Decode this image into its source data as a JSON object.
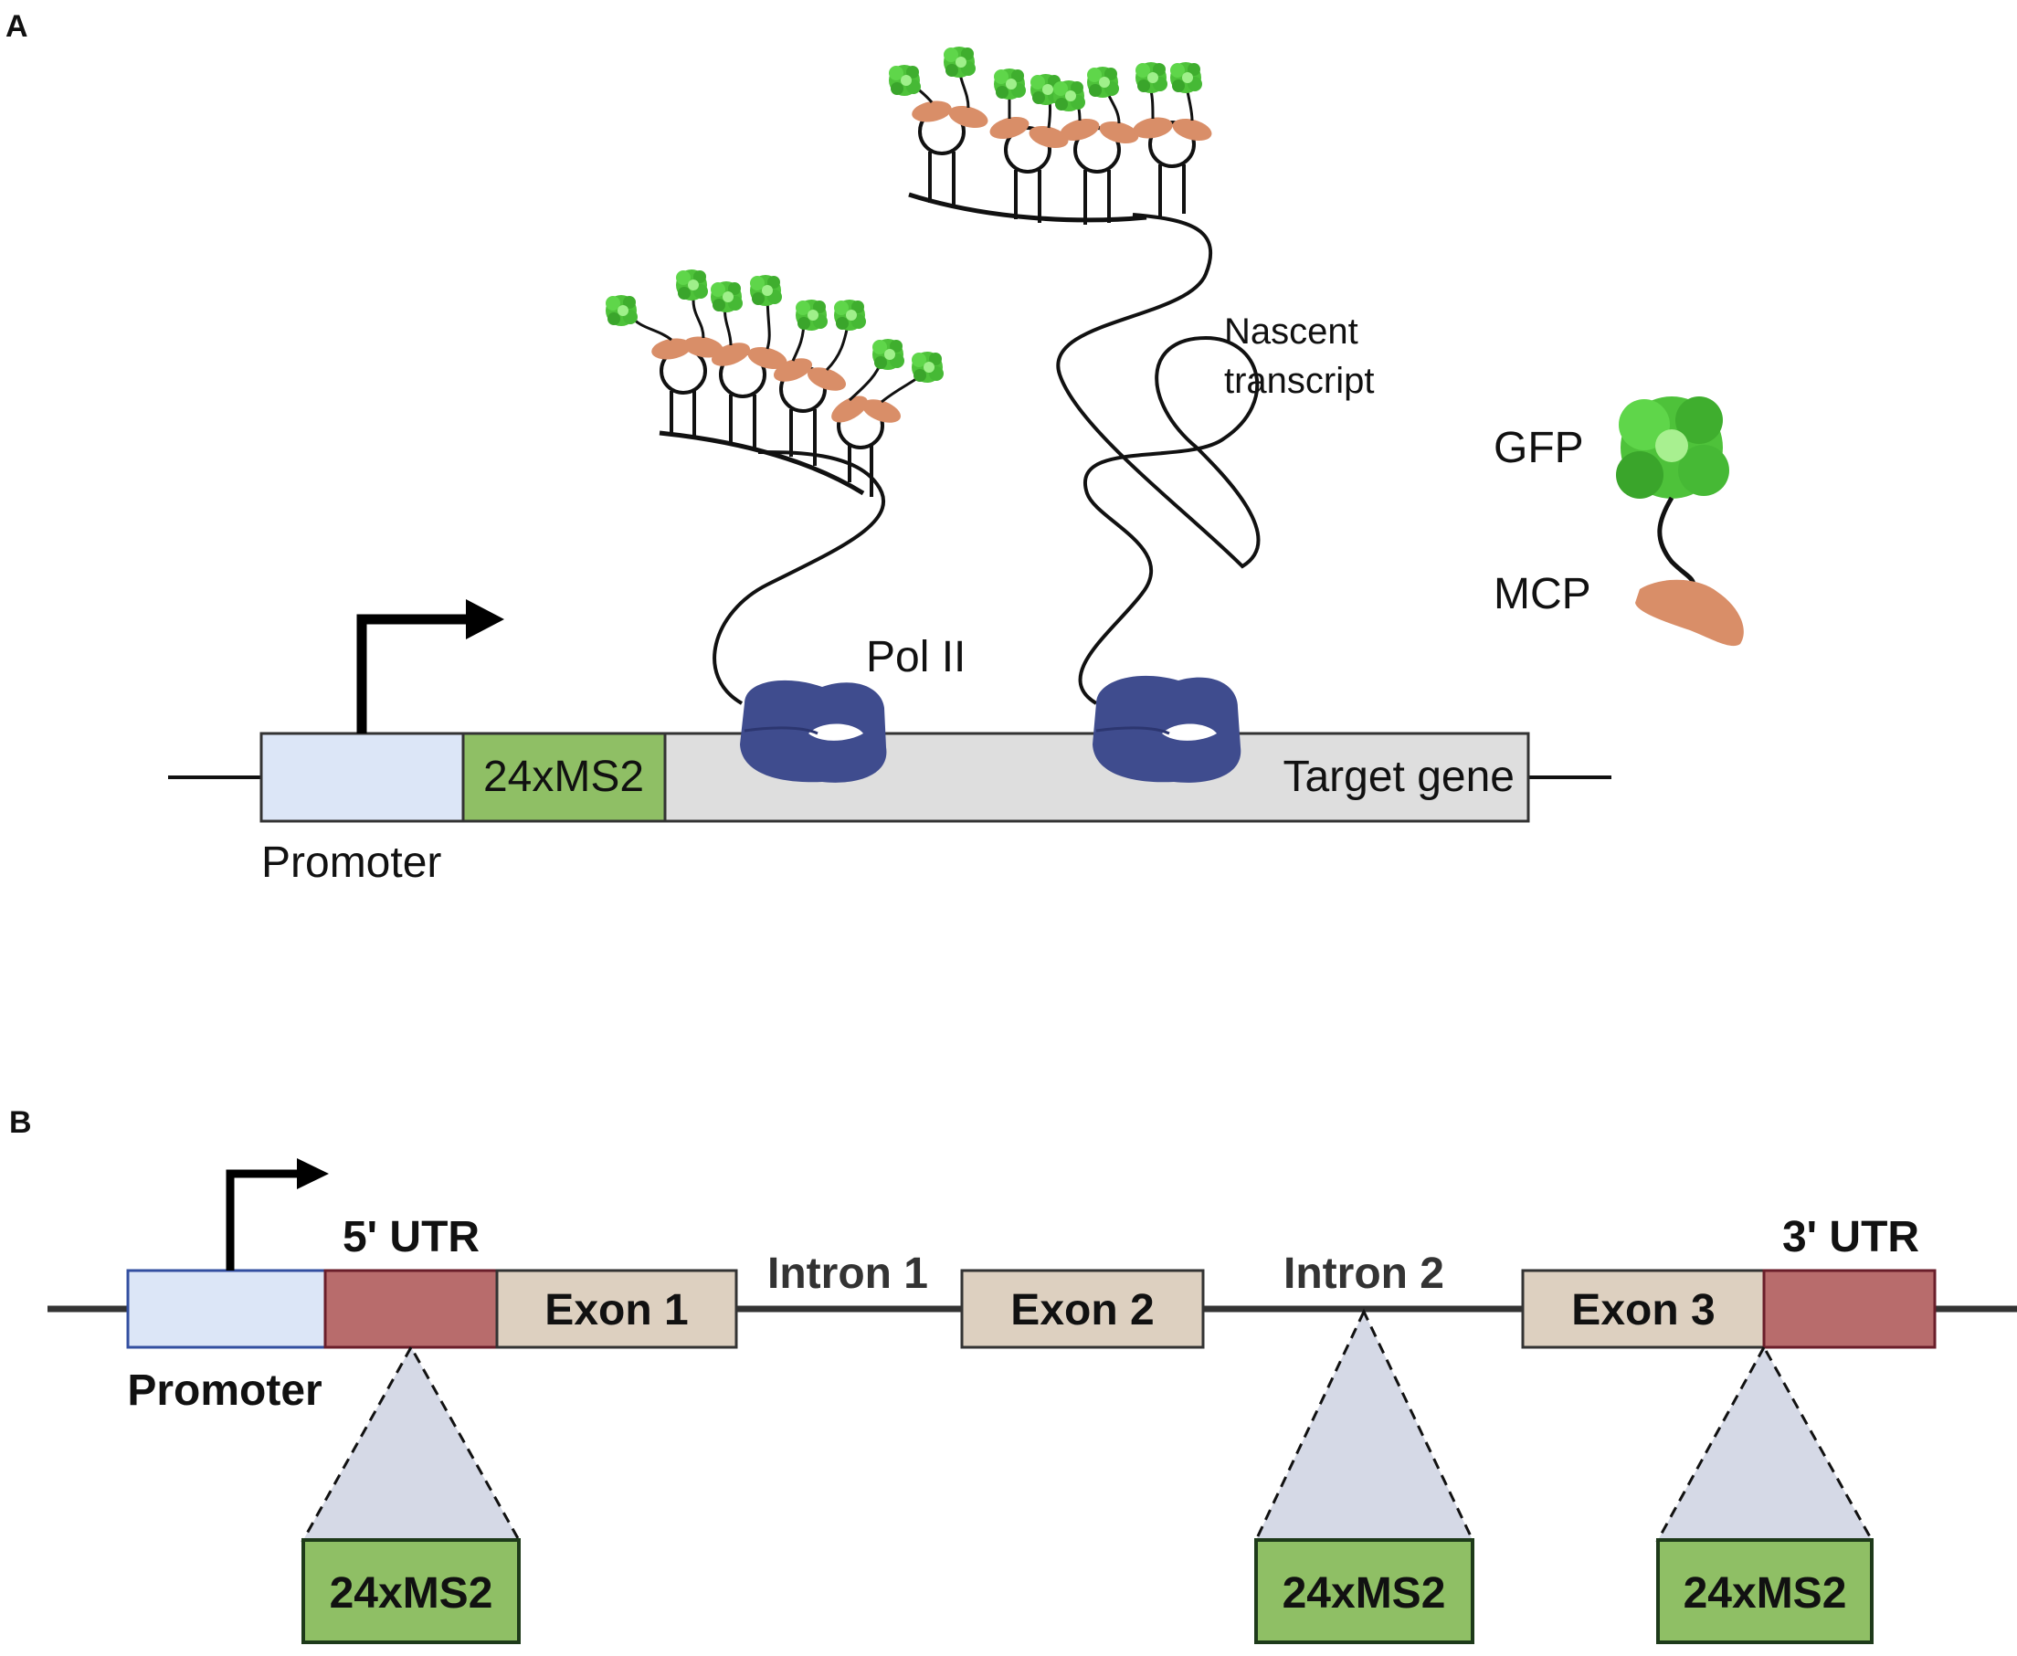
{
  "panel_a": {
    "panel_label": "A",
    "promoter_label": "Promoter",
    "ms2_label": "24xMS2",
    "target_gene_label": "Target gene",
    "pol_label": "Pol II",
    "nascent_label_line1": "Nascent",
    "nascent_label_line2": "transcript",
    "gfp_label": "GFP",
    "mcp_label": "MCP"
  },
  "panel_b": {
    "panel_label": "B",
    "promoter_label": "Promoter",
    "utr5_label": "5' UTR",
    "utr3_label": "3' UTR",
    "exon1_label": "Exon 1",
    "exon2_label": "Exon 2",
    "exon3_label": "Exon 3",
    "intron1_label": "Intron 1",
    "intron2_label": "Intron 2",
    "ms2_insert_1": "24xMS2",
    "ms2_insert_2": "24xMS2",
    "ms2_insert_3": "24xMS2"
  },
  "colors": {
    "promoter_fill": "#dce6f7",
    "ms2_fill": "#8fbf65",
    "gene_fill": "#dedede",
    "utr_fill": "#b86c6c",
    "exon_fill": "#ddd0c0",
    "polymerase": "#3f4c8e",
    "gfp": "#4ec23a",
    "mcp": "#d98e68",
    "insert_triangle": "#d5d9e6"
  }
}
